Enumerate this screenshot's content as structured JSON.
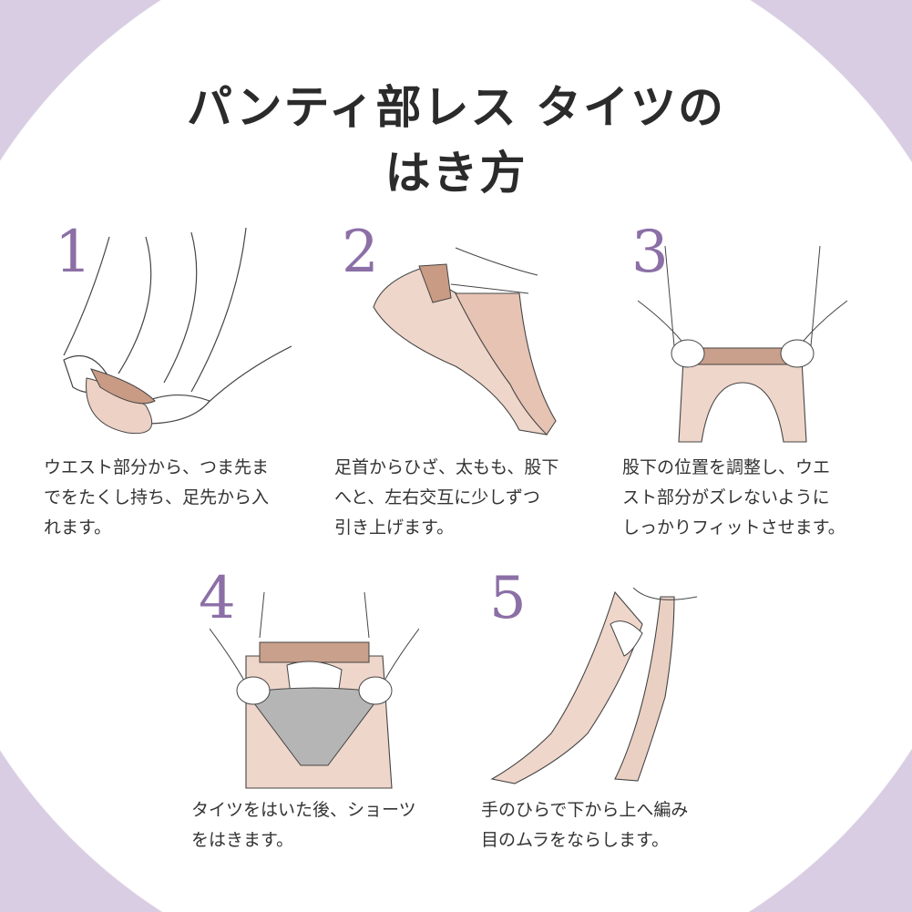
{
  "title": {
    "line1": "パンティ部レス タイツの",
    "line2": "はき方"
  },
  "colors": {
    "background": "#d8cde2",
    "number": "#8c6fa6",
    "skin_tights": "#e9cbbc",
    "shorts": "#b5b5b5"
  },
  "steps": [
    {
      "number": "1",
      "lines": [
        "ウエスト部分から、つま先ま",
        "でをたくし持ち、足先から入",
        "れます。"
      ]
    },
    {
      "number": "2",
      "lines": [
        "足首からひざ、太もも、股下",
        "へと、左右交互に少しずつ",
        "引き上げます。"
      ]
    },
    {
      "number": "3",
      "lines": [
        "股下の位置を調整し、ウエ",
        "スト部分がズレないように",
        "しっかりフィットさせます。"
      ]
    },
    {
      "number": "4",
      "lines": [
        "タイツをはいた後、ショーツ",
        "をはきます。"
      ]
    },
    {
      "number": "5",
      "lines": [
        "手のひらで下から上へ編み",
        "目のムラをならします。"
      ]
    }
  ]
}
